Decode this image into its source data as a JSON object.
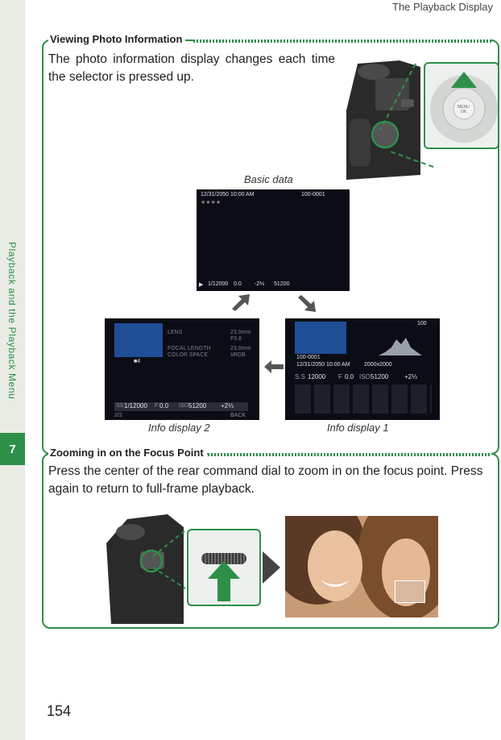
{
  "sidebar": {
    "chapter_title": "Playback and the Playback Menu",
    "chapter_number": "7"
  },
  "running_head": "The Playback Display",
  "page_number": "154",
  "section1": {
    "title": "Viewing Photo Information",
    "body": "The photo information display changes each time the selector is pressed up.",
    "caption_basic": "Basic data",
    "caption_info2": "Info display 2",
    "caption_info1": "Info display 1",
    "selector_labels": {
      "menu": "MENU",
      "ok": "OK"
    },
    "basic_screen": {
      "date": "12/31/2050 10:00 AM",
      "file": "100-0001",
      "shutter": "1/12000",
      "aperture": "0.0",
      "exposure": "-2⅓",
      "iso": "51200"
    },
    "info2_screen": {
      "labels": [
        "LENS",
        "FOCAL LENGTH",
        "COLOR SPACE"
      ],
      "values": [
        "23.0mm",
        "F5.6",
        "23.0mm",
        "sRGB"
      ],
      "page": "2/2",
      "back": "BACK",
      "shutter": "1/12000",
      "aperture": "0.0",
      "iso": "51200",
      "exposure": "+2⅓",
      "shutter_label": "SS",
      "aperture_label": "F",
      "iso_label": "ISO"
    },
    "info1_screen": {
      "file": "100-0001",
      "date": "12/31/2050 10:00 AM",
      "size": "2000x2000",
      "shutter": "12000",
      "aperture": "0.0",
      "iso": "51200",
      "exposure": "+2⅓",
      "shutter_label": "S.S",
      "aperture_label": "F",
      "iso_label": "ISO",
      "frame": "100"
    }
  },
  "section2": {
    "title": "Zooming in on the Focus Point",
    "body": "Press the center of the rear command dial to zoom in on the focus point. Press again to return to full-frame playback."
  },
  "colors": {
    "accent": "#2e8f49",
    "screen_bg": "#0b0c15",
    "screen_blue": "#1f4e96"
  }
}
